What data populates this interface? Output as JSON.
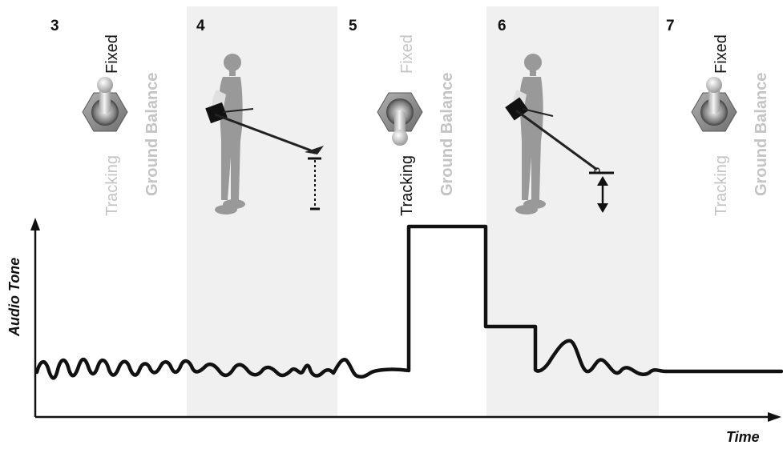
{
  "steps": [
    {
      "number": "3",
      "mode": "fixed"
    },
    {
      "number": "4",
      "action": "hold"
    },
    {
      "number": "5",
      "mode": "tracking"
    },
    {
      "number": "6",
      "action": "pump"
    },
    {
      "number": "7",
      "mode": "fixed"
    }
  ],
  "switch_labels": {
    "fixed": "Fixed",
    "tracking": "Tracking",
    "ground_balance": "Ground Balance"
  },
  "axes": {
    "y_label": "Audio Tone",
    "x_label": "Time"
  },
  "colors": {
    "shaded_panel": "#f0f0f0",
    "active_text": "#111111",
    "inactive_text": "#c4c4c4",
    "person": "#999999"
  },
  "icons": [
    "toggle-switch-icon",
    "person-with-detector-icon",
    "up-down-arrow-icon"
  ]
}
